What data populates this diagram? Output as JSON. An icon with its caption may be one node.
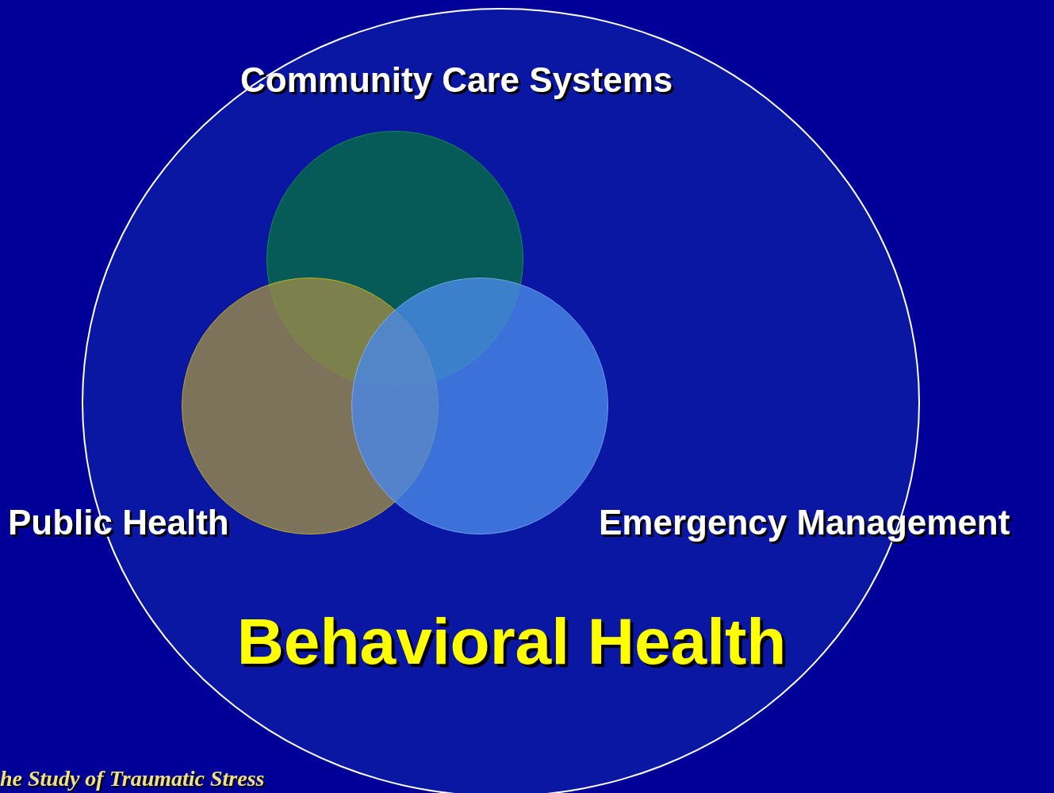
{
  "diagram": {
    "nodes": [
      {
        "text": [
          "Behavioral Health"
        ]
      },
      {
        "text": [],
        "shape": "circle",
        "in": 0,
        "beside": [
          "Community Care Systems"
        ]
      },
      {
        "text": [],
        "shape": "circle",
        "in": 0,
        "beside": [
          "Public Health"
        ]
      },
      {
        "text": [],
        "shape": "circle",
        "in": 0,
        "beside": [
          "Emergency Management"
        ]
      }
    ],
    "edges": [],
    "labels": [
      "he Study of Traumatic Stress"
    ]
  }
}
